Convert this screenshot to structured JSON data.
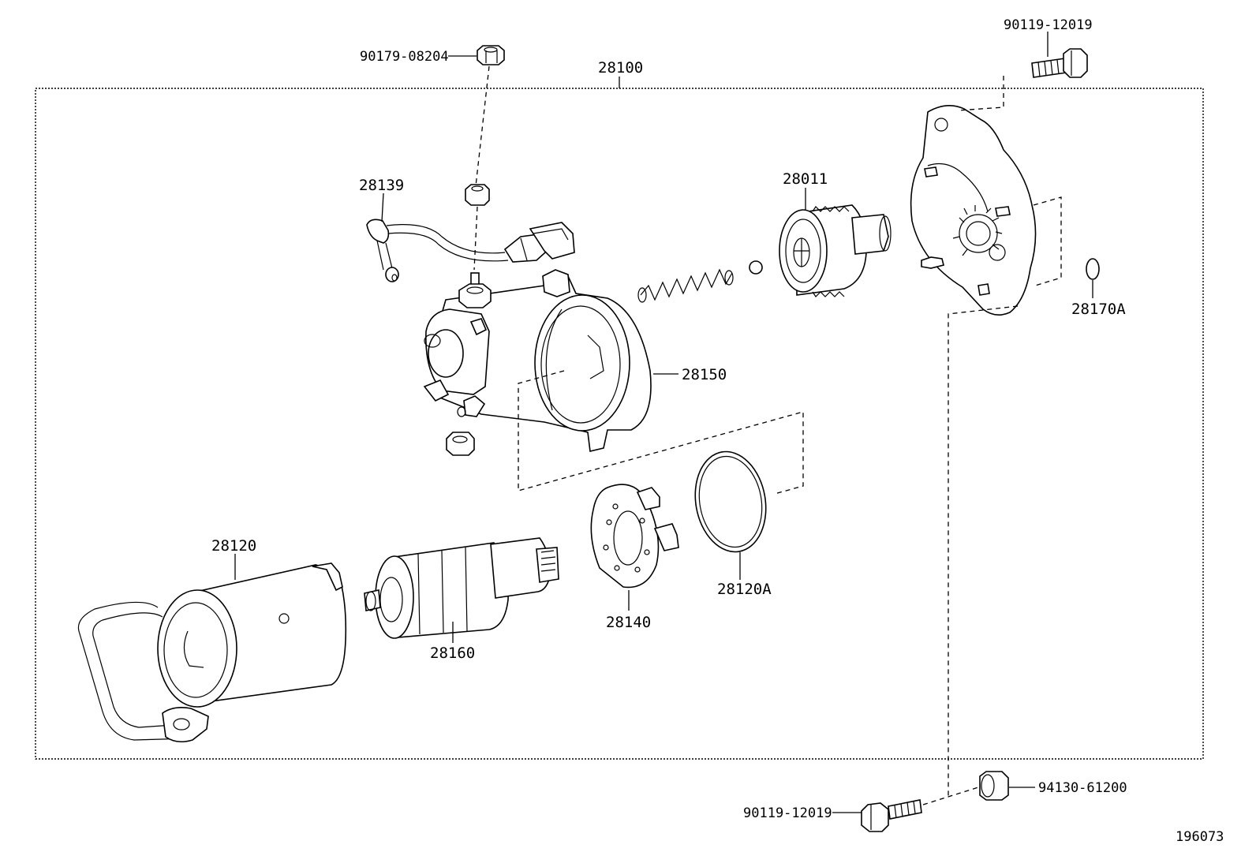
{
  "assembly_label": "28100",
  "figure_number": "196073",
  "callouts": {
    "nut_top": "90179-08204",
    "bolt_top_right": "90119-12019",
    "lead_wire": "28139",
    "drive_gear": "28011",
    "o_ring": "28170A",
    "housing": "28150",
    "yoke": "28120",
    "armature": "28160",
    "brush_holder": "28140",
    "gasket": "28120A",
    "bolt_bottom": "90119-12019",
    "nut_bottom": "94130-61200"
  }
}
